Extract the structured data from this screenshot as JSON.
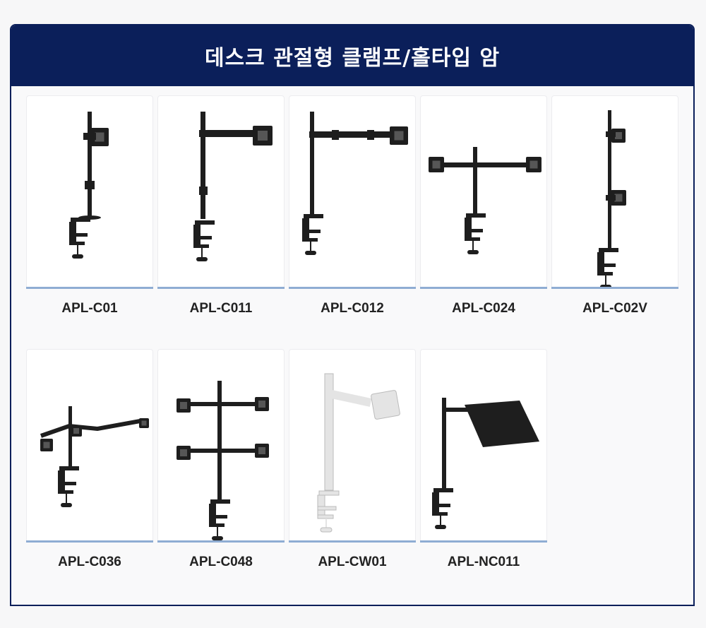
{
  "title": "데스크 관절형 클램프/홀타입 암",
  "products": [
    {
      "name": "APL-C01",
      "color": "#1e1e1e"
    },
    {
      "name": "APL-C011",
      "color": "#1e1e1e"
    },
    {
      "name": "APL-C012",
      "color": "#1e1e1e"
    },
    {
      "name": "APL-C024",
      "color": "#1e1e1e"
    },
    {
      "name": "APL-C02V",
      "color": "#1e1e1e"
    },
    {
      "name": "APL-C036",
      "color": "#1e1e1e"
    },
    {
      "name": "APL-C048",
      "color": "#1e1e1e"
    },
    {
      "name": "APL-CW01",
      "color": "#e4e4e4"
    },
    {
      "name": "APL-NC011",
      "color": "#1e1e1e"
    }
  ]
}
